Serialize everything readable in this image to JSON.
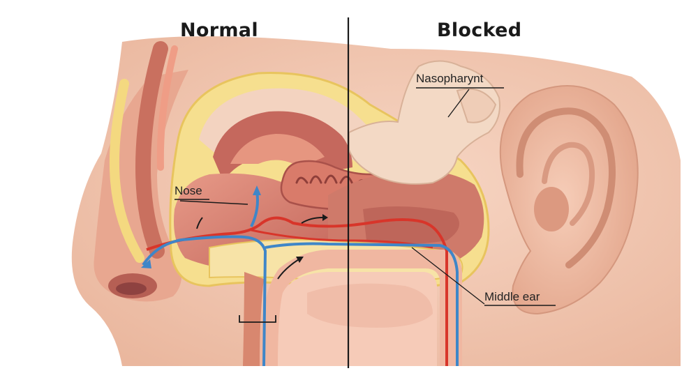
{
  "titles": {
    "left": "Normal",
    "right": "Blocked"
  },
  "labels": {
    "nose": "Nose",
    "nasopharynx": "Nasopharynt",
    "middle_ear": "Middle ear"
  },
  "colors": {
    "skin": "#f2c8b2",
    "skin_shadow": "#e3a98f",
    "fat_yellow": "#f7e39b",
    "bone": "#f6dcc8",
    "tissue": "#d98a7a",
    "deep_tissue": "#b9605a",
    "airflow_red": "#d8352a",
    "airflow_blue": "#3f86c8",
    "divider": "#1a1a1a"
  }
}
